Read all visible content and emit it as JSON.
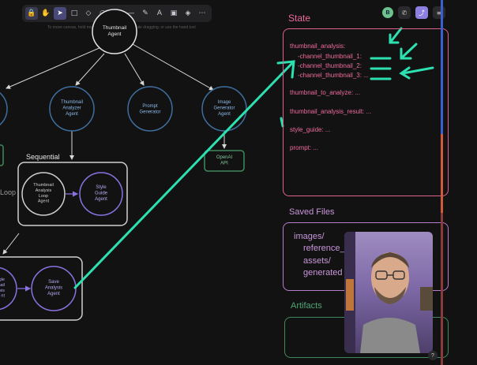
{
  "toolbar": {
    "tools": [
      {
        "name": "lock-tool",
        "icon": "🔒"
      },
      {
        "name": "hand-tool",
        "icon": "✋"
      },
      {
        "name": "select-tool",
        "icon": "➤"
      },
      {
        "name": "rectangle-tool",
        "icon": "□"
      },
      {
        "name": "diamond-tool",
        "icon": "◇"
      },
      {
        "name": "ellipse-tool",
        "icon": "○"
      },
      {
        "name": "arrow-tool",
        "icon": "→"
      },
      {
        "name": "line-tool",
        "icon": "—"
      },
      {
        "name": "draw-tool",
        "icon": "✎"
      },
      {
        "name": "text-tool",
        "icon": "A"
      },
      {
        "name": "image-tool",
        "icon": "▣"
      },
      {
        "name": "eraser-tool",
        "icon": "◈"
      },
      {
        "name": "more-tools",
        "icon": "⋯"
      }
    ],
    "hint": "To move canvas, hold mouse wheel or spacebar while dragging, or use the hand tool"
  },
  "top_right": {
    "avatar_initial": "B"
  },
  "diagram": {
    "nodes": {
      "thumbnail_agent": "Thumbnail\nAgent",
      "thumbnail_analyzer": "Thumbnail\nAnalyzer\nAgent",
      "prompt_generator": "Prompt\nGenerator",
      "image_generator": "Image\nGenerator\nAgent",
      "openai_api": "OpenAI\nAPI",
      "sequential_label": "Sequential",
      "loop_label": "Loop",
      "analysis_loop": "Thumbnail\nAnalysis\nLoop\nAgent",
      "style_guide": "Style\nGuide\nAgent",
      "single_partial": "gle\nnail\nysis\nnt",
      "save_analysis": "Save\nAnalysis\nAgent"
    }
  },
  "state": {
    "title": "State",
    "lines": [
      "thumbnail_analysis:",
      "-channel_thumbnail_1:",
      "-channel_thumbnail_2:",
      "-channel_thumbnail_3: ...",
      "thumbnail_to_analyze: ...",
      "thumbnail_analysis_result: ...",
      "style_guide: ...",
      "prompt: ..."
    ]
  },
  "saved_files": {
    "title": "Saved Files",
    "lines": [
      "images/",
      "reference_",
      "assets/",
      "generated"
    ]
  },
  "artifacts": {
    "title": "Artifacts"
  },
  "colors": {
    "state_accent": "#e0628e",
    "saved_accent": "#b87dcc",
    "artifact_accent": "#3e8a5e",
    "annotation": "#2de0b0",
    "node_blue": "#3e6e9e",
    "node_purple": "#8a72e0"
  }
}
